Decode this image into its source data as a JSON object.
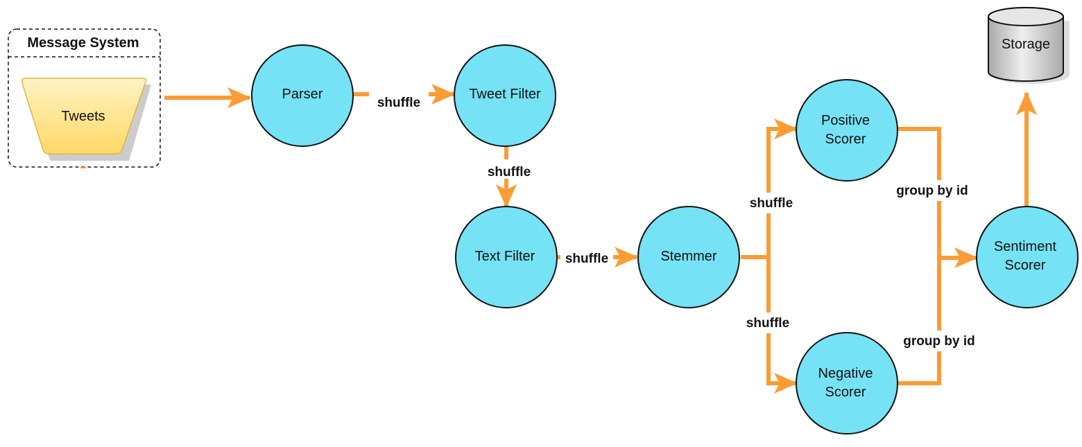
{
  "colors": {
    "node_fill": "#76e2f5",
    "node_stroke": "#111111",
    "edge": "#fb9b35",
    "source_fill_top": "#fff3c4",
    "source_fill_bottom": "#ffd966",
    "source_stroke": "#d9b64a",
    "storage_fill_top": "#eeeeee",
    "storage_fill_bottom": "#a9a9a9"
  },
  "message_system": {
    "title": "Message System",
    "source": "Tweets"
  },
  "storage": {
    "label": "Storage"
  },
  "nodes": {
    "parser": [
      "Parser"
    ],
    "tweet_filter": [
      "Tweet Filter"
    ],
    "text_filter": [
      "Text Filter"
    ],
    "stemmer": [
      "Stemmer"
    ],
    "positive_scorer": [
      "Positive",
      "Scorer"
    ],
    "negative_scorer": [
      "Negative",
      "Scorer"
    ],
    "sentiment_scorer": [
      "Sentiment",
      "Scorer"
    ]
  },
  "edge_labels": {
    "parser_to_tweet_filter": "shuffle",
    "tweet_filter_to_text_filter": "shuffle",
    "text_filter_to_stemmer": "shuffle",
    "stemmer_to_positive": "shuffle",
    "stemmer_to_negative": "shuffle",
    "positive_to_sentiment": "group by id",
    "negative_to_sentiment": "group by id"
  }
}
